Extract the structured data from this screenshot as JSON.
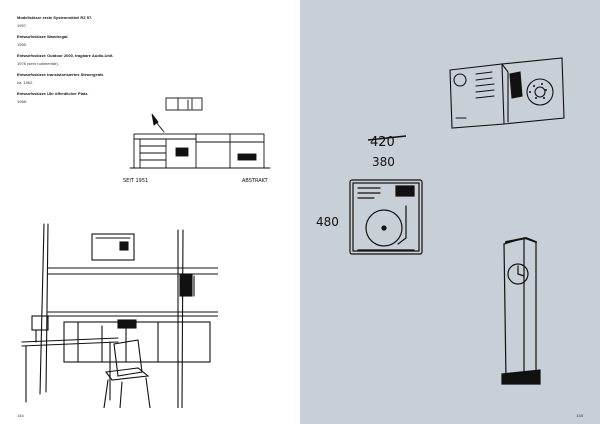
{
  "captions": [
    {
      "title": "Modellskizze erste Systemmöbel RZ 57.",
      "year": "1957."
    },
    {
      "title": "Entwurfsskizze Wandregal.",
      "year": "1955."
    },
    {
      "title": "Entwurfsskizze Outdoor 2000, tragbare Audio-Unit.",
      "year": "1978 (sehr rudimentär)."
    },
    {
      "title": "Entwurfsskizze transistorisiertes Steuergerät.",
      "year": "ca. 1962."
    },
    {
      "title": "Entwurfsskizze Uhr öffentlicher Platz.",
      "year": "1968."
    }
  ],
  "sketch_notes": {
    "left_label": "SEIT 1951",
    "right_label": "ABSTRAKT",
    "dim_crossed": "420",
    "dim_top": "380",
    "dim_side": "480"
  },
  "page_numbers": {
    "left": "144",
    "right": "145"
  },
  "colors": {
    "right_page_bg": "#c9cfd7",
    "ink": "#111111"
  }
}
